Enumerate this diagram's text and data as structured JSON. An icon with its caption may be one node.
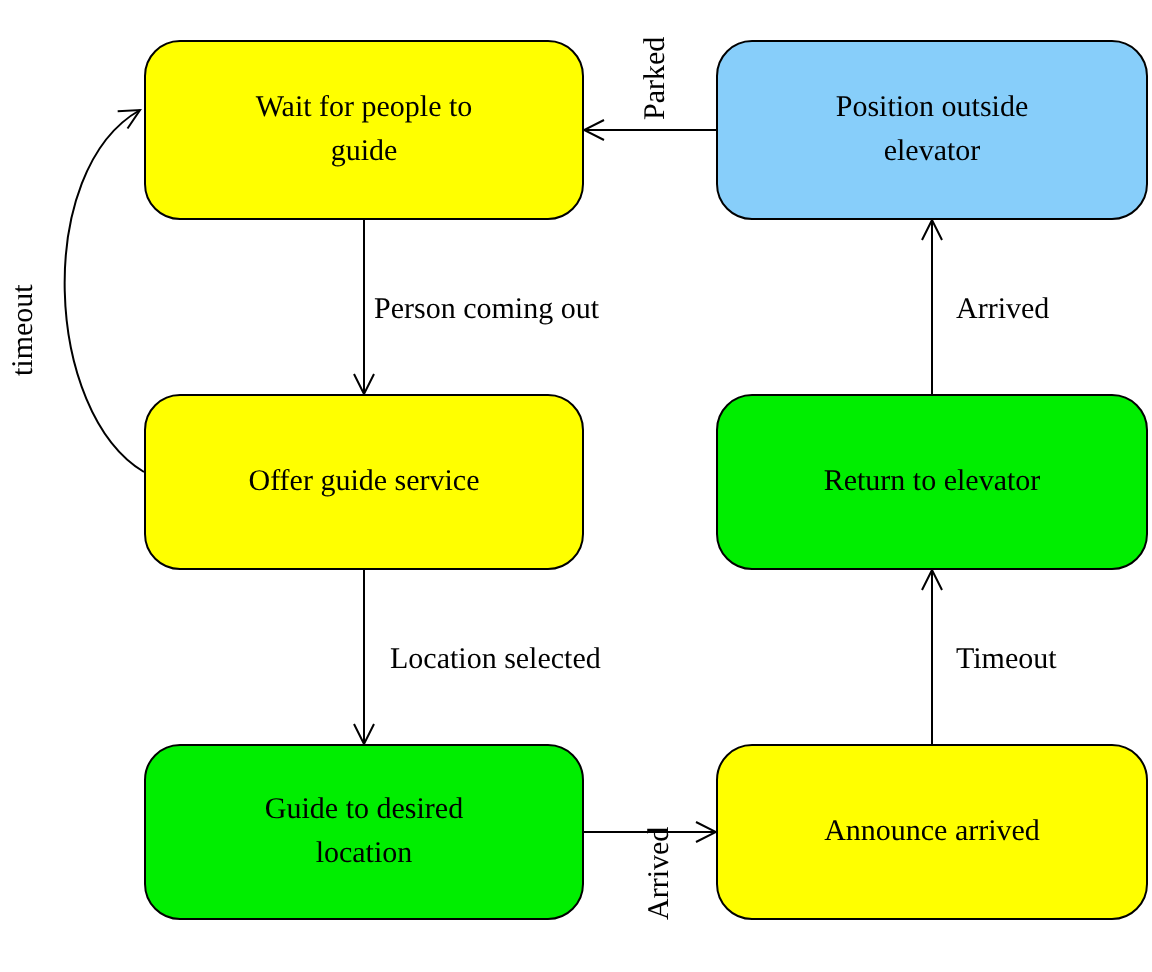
{
  "diagram": {
    "nodes": [
      {
        "text": [
          "Wait for people to guide"
        ]
      },
      {
        "text": [
          "Offer guide service"
        ]
      },
      {
        "text": [
          "Guide to desired location"
        ]
      },
      {
        "text": [
          "Announce arrived"
        ]
      },
      {
        "text": [
          "Return to elevator"
        ]
      },
      {
        "text": [
          "Position outside elevator"
        ]
      }
    ],
    "edges": [
      {
        "from": 0,
        "to": 1,
        "arrow": "to",
        "label": "Person coming out"
      },
      {
        "from": 1,
        "to": 0,
        "arrow": "to",
        "label": "timeout"
      },
      {
        "from": 1,
        "to": 2,
        "arrow": "to",
        "label": "Location selected"
      },
      {
        "from": 2,
        "to": 3,
        "arrow": "to",
        "label": "Arrived"
      },
      {
        "from": 3,
        "to": 4,
        "arrow": "to",
        "label": "Timeout"
      },
      {
        "from": 4,
        "to": 5,
        "arrow": "to",
        "label": "Arrived"
      },
      {
        "from": 5,
        "to": 0,
        "arrow": "to",
        "label": "Parked"
      }
    ]
  }
}
